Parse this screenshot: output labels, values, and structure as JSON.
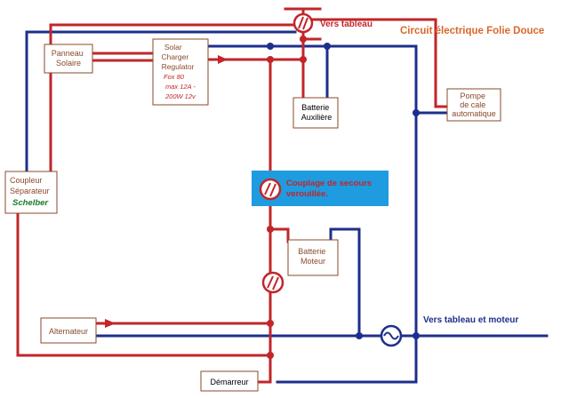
{
  "title": "Circuit électrique Folie Douce",
  "labels": {
    "vers_tableau": "Vers tableau",
    "vers_tableau_moteur": "Vers tableau et moteur",
    "couplage": [
      "Couplage de secours",
      "verouillée."
    ]
  },
  "components": {
    "panneau": [
      "Panneau",
      "Solaire"
    ],
    "regulator": [
      "Solar",
      "Charger",
      "Regulator",
      "Fox 80",
      "max 12A -",
      "200W 12v"
    ],
    "batterie_aux": [
      "Batterie",
      "Auxilière"
    ],
    "pompe": [
      "Pompe",
      "de cale",
      "automatique"
    ],
    "coupleur": [
      "Coupleur",
      "Séparateur",
      "Schelber"
    ],
    "batterie_moteur": [
      "Batterie",
      "Moteur"
    ],
    "alternateur": "Alternateur",
    "demarreur": "Démarreur"
  },
  "colors": {
    "positive": "#c0262a",
    "negative": "#1d2f8c",
    "title": "#d9682a",
    "highlight": "#1f9be0",
    "box_border": "#8a4a2a",
    "schelber": "#1a7a2a"
  }
}
